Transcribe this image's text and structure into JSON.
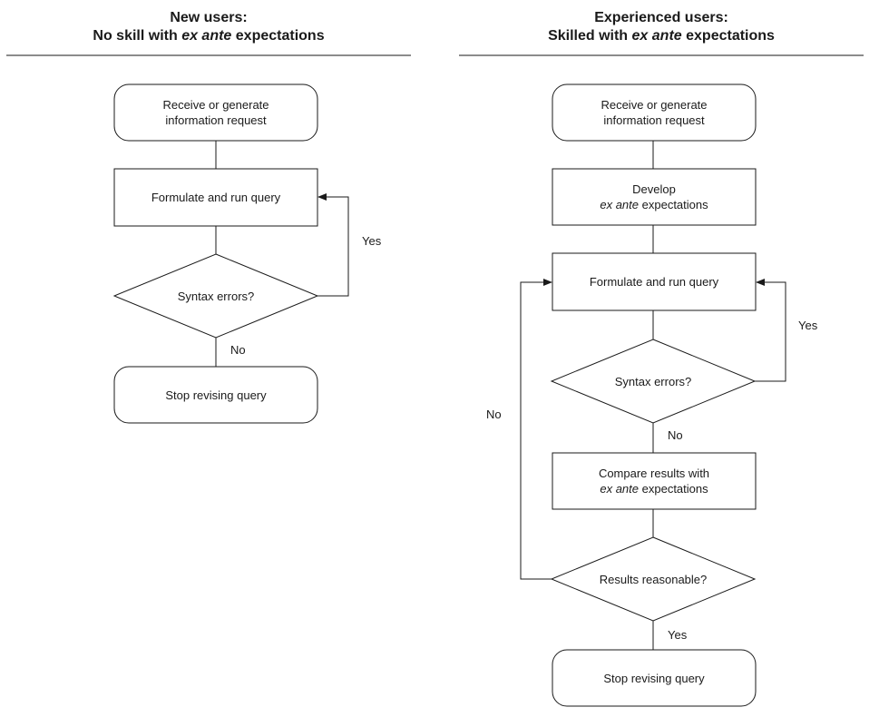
{
  "left": {
    "heading_line1": "New users:",
    "heading_line2_pre": "No skill with ",
    "heading_line2_it": "ex ante",
    "heading_line2_post": " expectations",
    "start_line1": "Receive or generate",
    "start_line2": "information request",
    "formulate": "Formulate and run query",
    "syntax": "Syntax errors?",
    "yes": "Yes",
    "no": "No",
    "stop": "Stop revising query"
  },
  "right": {
    "heading_line1": "Experienced users:",
    "heading_line2_pre": "Skilled with ",
    "heading_line2_it": "ex ante",
    "heading_line2_post": " expectations",
    "start_line1": "Receive or generate",
    "start_line2": "information request",
    "develop_line1": "Develop",
    "develop_line2_it": "ex ante",
    "develop_line2_post": " expectations",
    "formulate": "Formulate and run query",
    "syntax": "Syntax errors?",
    "yes_syntax": "Yes",
    "no_syntax": "No",
    "compare_line1": "Compare results with",
    "compare_line2_it": "ex ante",
    "compare_line2_post": " expectations",
    "reasonable": "Results reasonable?",
    "no_reasonable": "No",
    "yes_reasonable": "Yes",
    "stop": "Stop revising query"
  }
}
